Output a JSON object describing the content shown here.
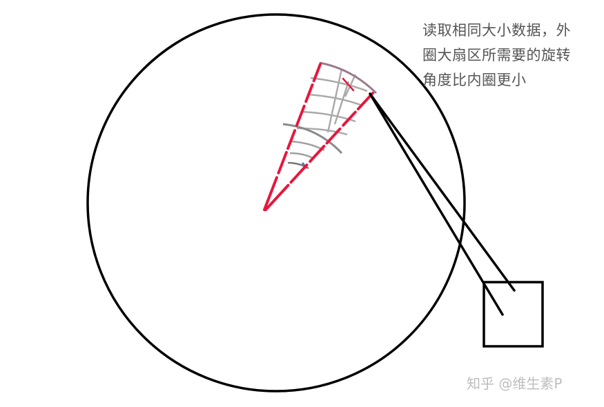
{
  "annotation": {
    "lines": [
      "读取相同大小数据，外",
      "圈大扇区所需要的旋转",
      "角度比内圈更小"
    ]
  },
  "watermark": "知乎 @维生素P",
  "colors": {
    "outline": "#000000",
    "sector_edge": "#e8163c",
    "grid": "#aaaaaa",
    "inner_arc": "#8a8a8a",
    "caption_text": "#555555",
    "watermark_text": "#bdbdbd"
  }
}
